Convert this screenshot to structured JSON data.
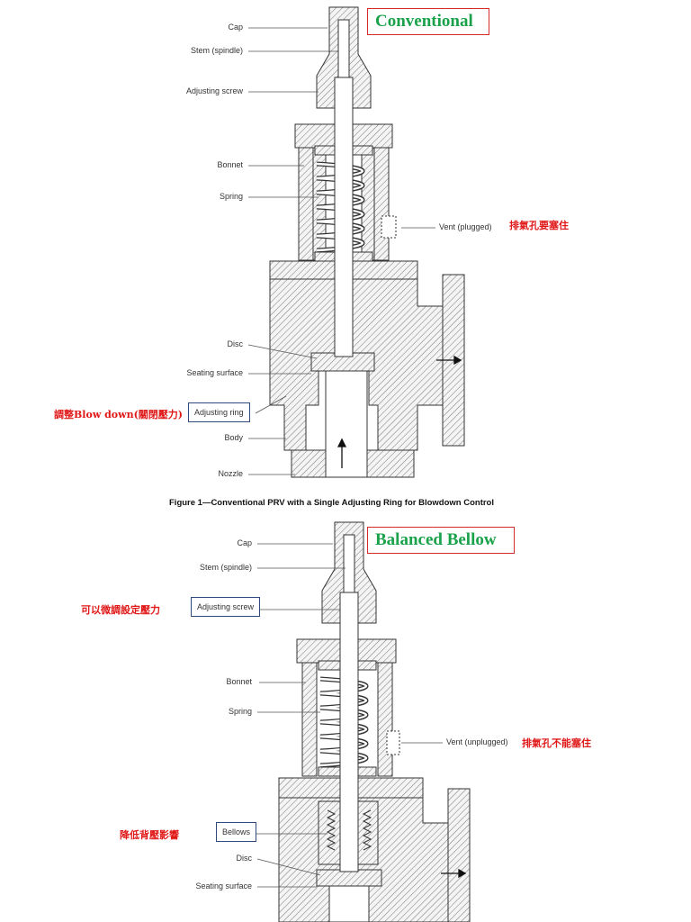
{
  "diagram1": {
    "title": "Conventional",
    "caption": "Figure  1—Conventional PRV with a Single Adjusting Ring for Blowdown Control",
    "labels": {
      "cap": "Cap",
      "stem": "Stem (spindle)",
      "adjusting_screw": "Adjusting screw",
      "bonnet": "Bonnet",
      "spring": "Spring",
      "vent": "Vent (plugged)",
      "disc": "Disc",
      "seating_surface": "Seating surface",
      "adjusting_ring": "Adjusting ring",
      "body": "Body",
      "nozzle": "Nozzle"
    },
    "notes": {
      "vent_note": "排氣孔要塞住",
      "ring_note": "調整Blow down(關閉壓力)"
    }
  },
  "diagram2": {
    "title": "Balanced Bellow",
    "labels": {
      "cap": "Cap",
      "stem": "Stem (spindle)",
      "adjusting_screw": "Adjusting screw",
      "bonnet": "Bonnet",
      "spring": "Spring",
      "vent": "Vent (unplugged)",
      "bellows": "Bellows",
      "disc": "Disc",
      "seating_surface": "Seating surface"
    },
    "notes": {
      "screw_note": "可以微調設定壓力",
      "vent_note": "排氣孔不能塞住",
      "bellows_note": "降低背壓影響"
    }
  },
  "colors": {
    "title_green": "#1aa24a",
    "title_border_red": "#d42a2a",
    "note_red": "#e01818",
    "box_blue": "#2f4b7c"
  }
}
